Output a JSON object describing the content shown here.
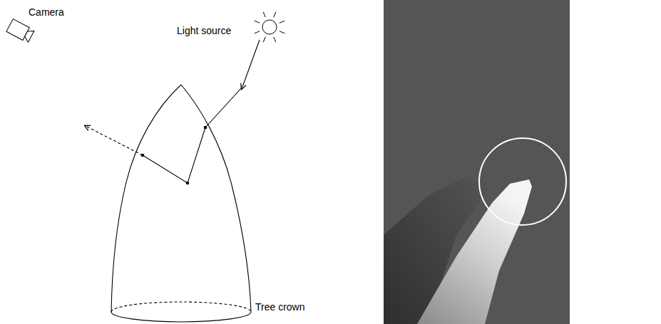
{
  "diagram": {
    "labels": [
      "Light source",
      "Camera",
      "Tree crown"
    ]
  }
}
